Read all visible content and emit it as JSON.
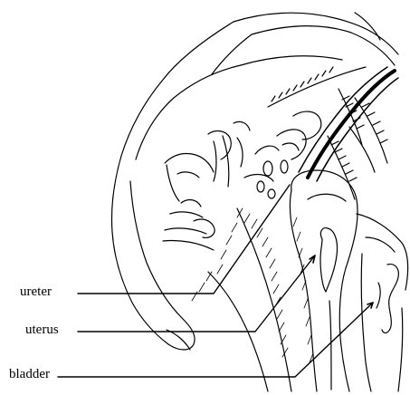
{
  "figure": {
    "labels": {
      "ureter": "ureter",
      "uterus": "uterus",
      "bladder": "bladder"
    },
    "colors": {
      "line": "#000000",
      "background": "#ffffff"
    }
  }
}
